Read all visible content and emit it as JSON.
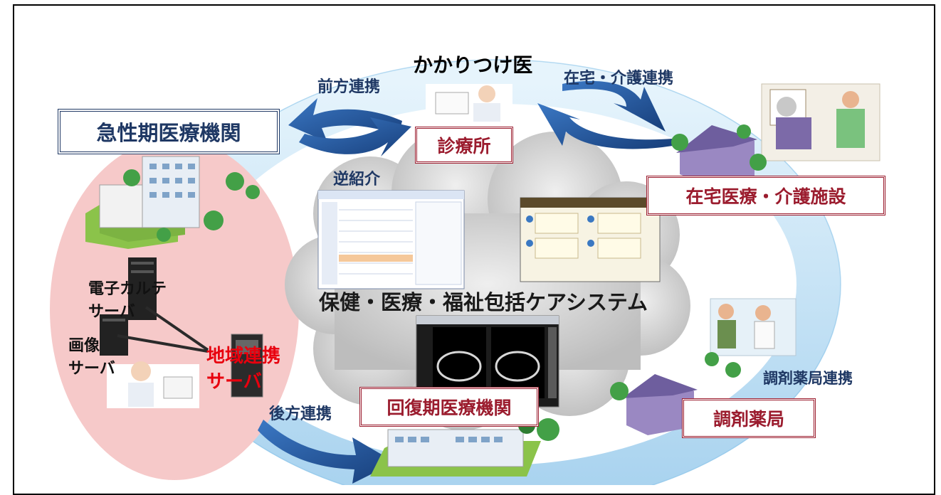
{
  "diagram": {
    "center_title": "保健・医療・福祉包括ケアシステム",
    "top_title": "かかりつけ医",
    "labels": {
      "forward_link": "前方連携",
      "reverse_referral": "逆紹介",
      "home_care_link": "在宅・介護連携",
      "backward_link": "後方連携",
      "pharmacy_link": "調剤薬局連携"
    },
    "facilities": {
      "acute": "急性期医療機関",
      "clinic": "診療所",
      "home_care": "在宅医療・介護施設",
      "recovery": "回復期医療機関",
      "pharmacy": "調剤薬局"
    },
    "servers": {
      "emr_line1": "電子カルテ",
      "emr_line2": "サーバ",
      "image_line1": "画像",
      "image_line2": "サーバ",
      "regional_line1": "地域連携",
      "regional_line2": "サーバ"
    },
    "colors": {
      "accent_red": "#9b1c2e",
      "navy": "#1f3864",
      "arrow_blue": "#2f5fa8",
      "ring_blue": "#bfe0f6",
      "pink_region": "#f6c9c9",
      "cloud_gray": "#d4d4d4",
      "server_red": "#e8000e"
    }
  }
}
